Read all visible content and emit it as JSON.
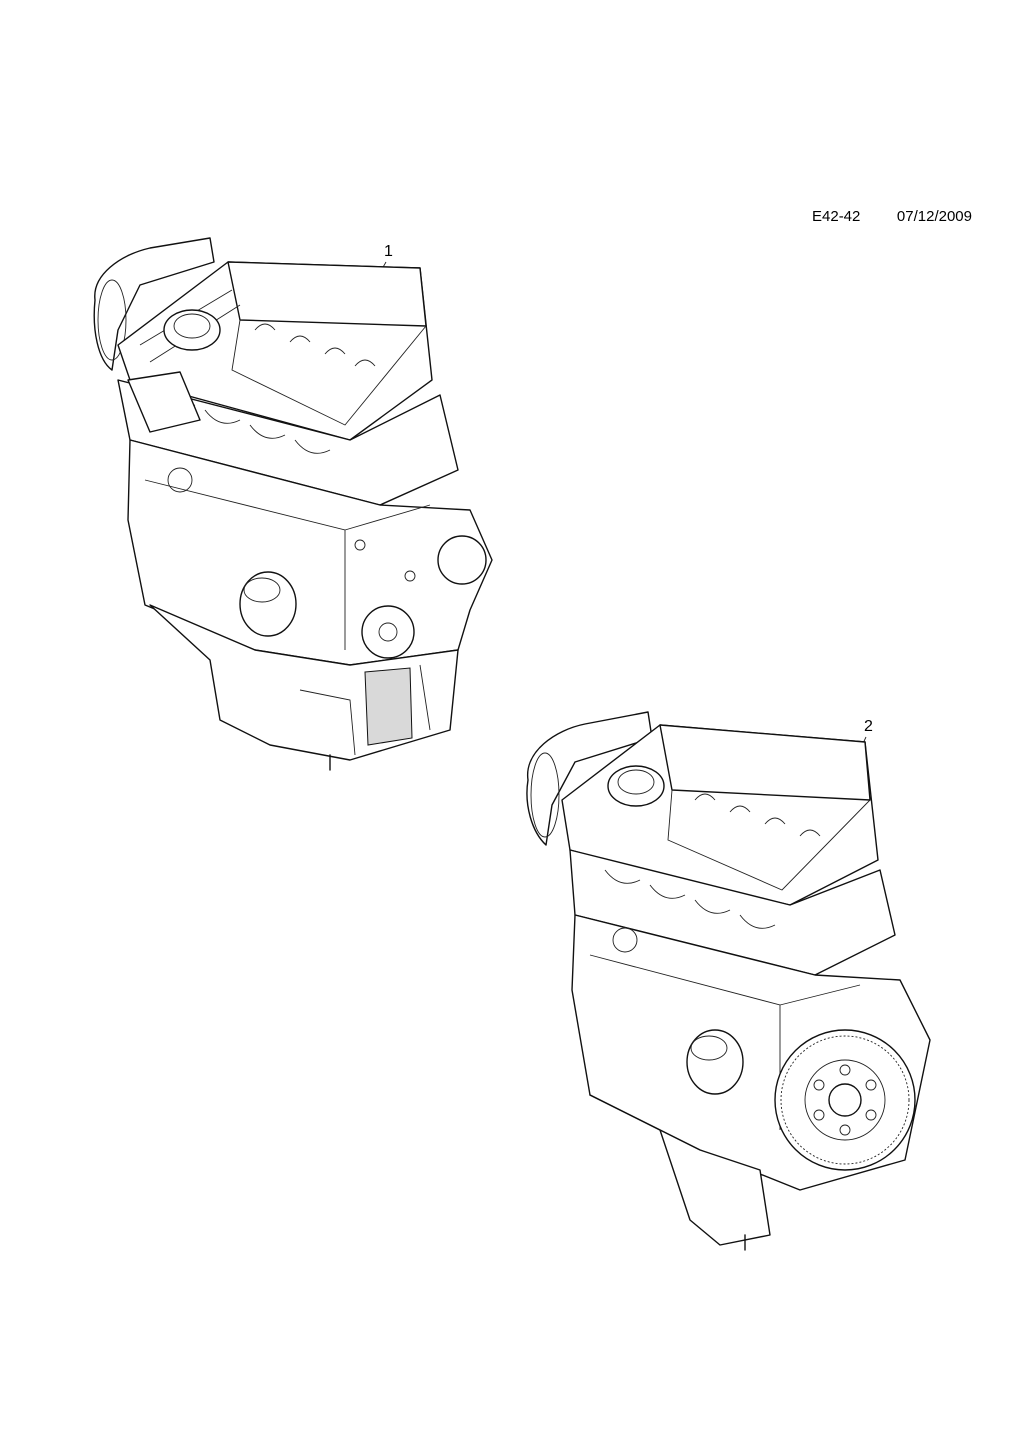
{
  "header": {
    "code": "E42-42",
    "date": "07/12/2009"
  },
  "callouts": [
    {
      "label": "1"
    },
    {
      "label": "2"
    }
  ]
}
